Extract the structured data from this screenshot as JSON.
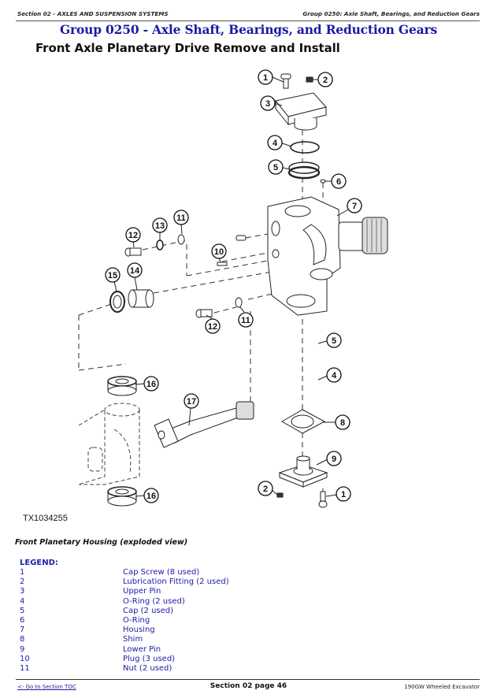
{
  "header": {
    "section": "Section 02 - AXLES AND SUSPENSION SYSTEMS",
    "group": "Group 0250: Axle Shaft, Bearings, and Reduction Gears"
  },
  "group_title": "Group 0250 - Axle Shaft, Bearings, and Reduction Gears",
  "procedure_title": "Front Axle Planetary Drive Remove and Install",
  "figure": {
    "id": "TX1034255",
    "caption": "Front Planetary Housing (exploded view)",
    "callouts": [
      "1",
      "2",
      "3",
      "4",
      "5",
      "6",
      "7",
      "8",
      "9",
      "10",
      "11",
      "12",
      "13",
      "14",
      "15",
      "16",
      "17"
    ]
  },
  "legend": {
    "heading": "LEGEND:",
    "items": [
      {
        "num": "1",
        "desc": "Cap Screw (8 used)"
      },
      {
        "num": "2",
        "desc": "Lubrication Fitting (2 used)"
      },
      {
        "num": "3",
        "desc": "Upper Pin"
      },
      {
        "num": "4",
        "desc": "O-Ring (2 used)"
      },
      {
        "num": "5",
        "desc": "Cap (2 used)"
      },
      {
        "num": "6",
        "desc": "O-Ring"
      },
      {
        "num": "7",
        "desc": "Housing"
      },
      {
        "num": "8",
        "desc": "Shim"
      },
      {
        "num": "9",
        "desc": "Lower Pin"
      },
      {
        "num": "10",
        "desc": "Plug (3 used)"
      },
      {
        "num": "11",
        "desc": "Nut (2 used)"
      }
    ]
  },
  "footer": {
    "toc_link": "<- Go to Section TOC",
    "page": "Section 02 page 46",
    "model": "190GW Wheeled Excavator"
  }
}
